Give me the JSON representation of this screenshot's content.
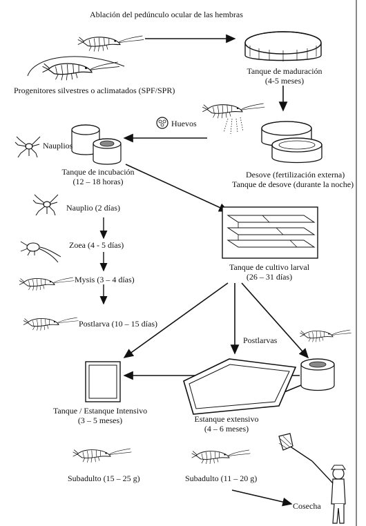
{
  "title": "Ablación del pedúnculo ocular de las hembras",
  "nodes": {
    "progenitores": "Progenitores silvestres o aclimatados (SPF/SPR)",
    "maduracion": "Tanque de maduración",
    "maduracion_time": "(4-5 meses)",
    "huevos": "Huevos",
    "nauplios": "Nauplios",
    "desove": "Desove (fertilización externa)",
    "desove_tank": "Tanque de desove (durante la noche)",
    "incubacion": "Tanque de incubación",
    "incubacion_time": "(12 – 18 horas)",
    "nauplio": "Nauplio (2 días)",
    "zoea": "Zoea (4 - 5 días)",
    "mysis": "Mysis (3 – 4 días)",
    "postlarva": "Postlarva (10 – 15 días)",
    "cultivo": "Tanque de cultivo larval",
    "cultivo_time": "(26 – 31 días)",
    "postlarvas": "Postlarvas",
    "intensivo": "Tanque / Estanque Intensivo",
    "intensivo_time": "(3 – 5 meses)",
    "extensivo": "Estanque extensivo",
    "extensivo_time": "(4 – 6 meses)",
    "subadulto_intensivo": "Subadulto (15 – 25 g)",
    "subadulto_extensivo": "Subadulto (11 – 20 g)",
    "cosecha": "Cosecha"
  }
}
